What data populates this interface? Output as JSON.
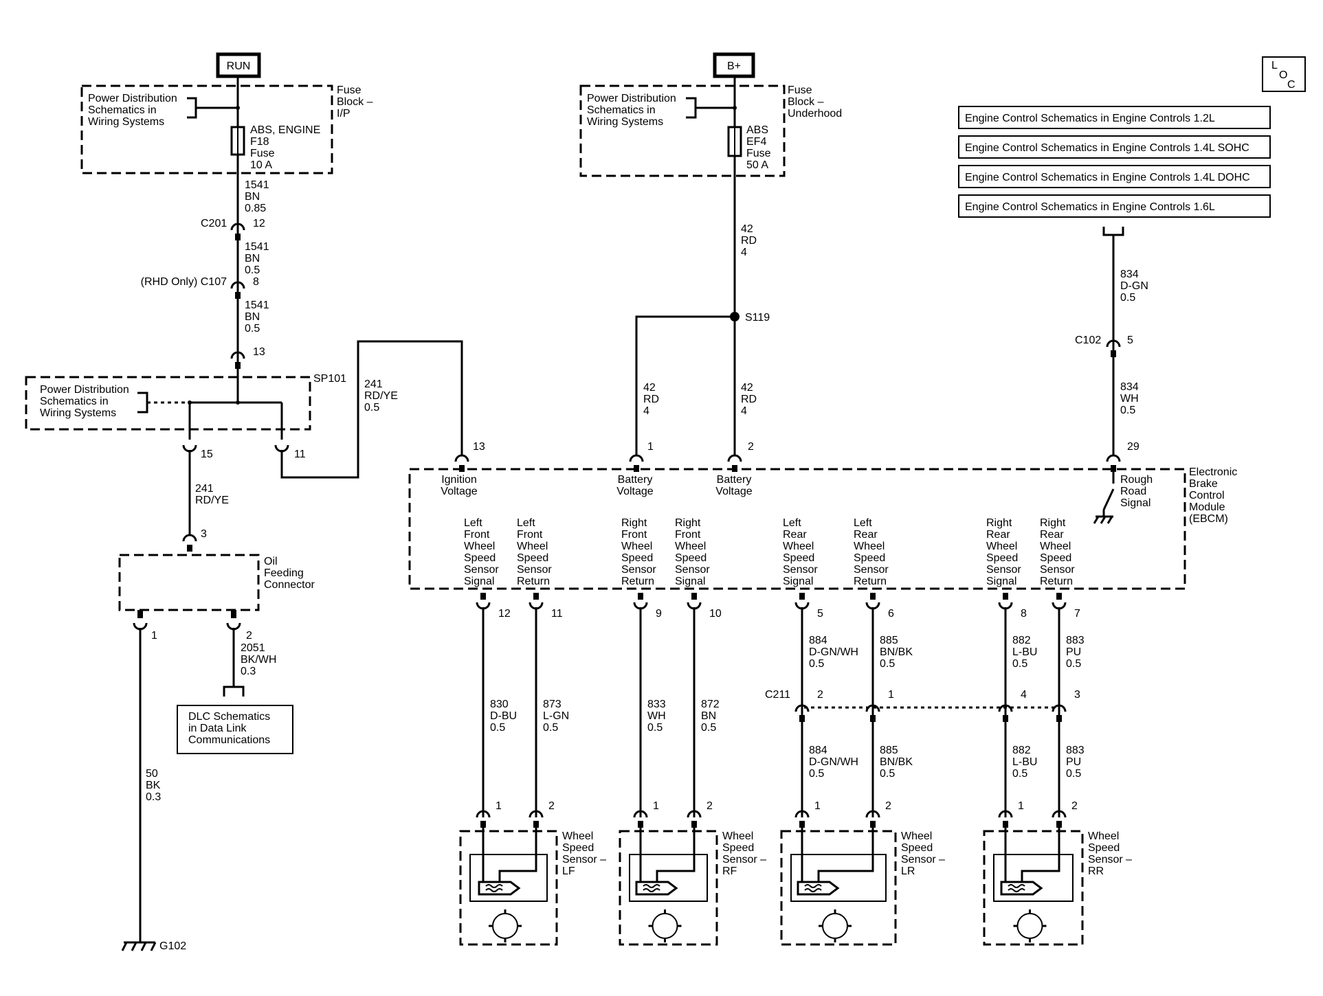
{
  "sources": {
    "run": "RUN",
    "batt": "B+"
  },
  "loc_letters": [
    "L",
    "O",
    "C"
  ],
  "fuse_ip": {
    "pds": [
      "Power Distribution",
      "Schematics in",
      "Wiring Systems"
    ],
    "block": [
      "Fuse",
      "Block –",
      "I/P"
    ],
    "fuse": [
      "ABS, ENGINE",
      "F18",
      "Fuse",
      "10 A"
    ]
  },
  "fuse_uh": {
    "pds": [
      "Power Distribution",
      "Schematics in",
      "Wiring Systems"
    ],
    "block": [
      "Fuse",
      "Block –",
      "Underhood"
    ],
    "fuse": [
      "ABS",
      "EF4",
      "Fuse",
      "50 A"
    ]
  },
  "engine_refs": [
    "Engine Control Schematics in Engine Controls 1.2L",
    "Engine Control Schematics in Engine Controls 1.4L SOHC",
    "Engine Control Schematics in Engine Controls 1.4L DOHC",
    "Engine Control Schematics in Engine Controls 1.6L"
  ],
  "left_branch": {
    "w1": [
      "1541",
      "BN",
      "0.85"
    ],
    "c201": "C201",
    "c201_pin": "12",
    "w2": [
      "1541",
      "BN",
      "0.5"
    ],
    "c107": "(RHD Only) C107",
    "c107_pin": "8",
    "w3": [
      "1541",
      "BN",
      "0.5"
    ],
    "sp_in_pin": "13",
    "sp_pds": [
      "Power Distribution",
      "Schematics in",
      "Wiring Systems"
    ],
    "sp101": "SP101",
    "pin15": "15",
    "pin11": "11",
    "w_ign": [
      "241",
      "RD/YE",
      "0.5"
    ],
    "w_oil": [
      "241",
      "RD/YE"
    ],
    "oil_pin3": "3",
    "oil": [
      "Oil",
      "Feeding",
      "Connector"
    ],
    "oil_pin1": "1",
    "oil_pin2": "2",
    "w_dlc": [
      "2051",
      "BK/WH",
      "0.3"
    ],
    "dlc": [
      "DLC Schematics",
      "in Data Link",
      "Communications"
    ],
    "w_gnd": [
      "50",
      "BK",
      "0.3"
    ],
    "g102": "G102"
  },
  "batt_branch": {
    "w_top": [
      "42",
      "RD",
      "4"
    ],
    "s119": "S119",
    "w_a": [
      "42",
      "RD",
      "4"
    ],
    "w_b": [
      "42",
      "RD",
      "4"
    ]
  },
  "rough": {
    "w_top": [
      "834",
      "D-GN",
      "0.5"
    ],
    "c102": "C102",
    "c102_pin": "5",
    "w_bot": [
      "834",
      "WH",
      "0.5"
    ],
    "pin": "29"
  },
  "ebcm": {
    "name": [
      "Electronic",
      "Brake",
      "Control",
      "Module",
      "(EBCM)"
    ],
    "top_pins": [
      "13",
      "1",
      "2"
    ],
    "ign": [
      "Ignition",
      "Voltage"
    ],
    "bat1": [
      "Battery",
      "Voltage"
    ],
    "bat2": [
      "Battery",
      "Voltage"
    ],
    "rough": [
      "Rough",
      "Road",
      "Signal"
    ],
    "signals": [
      {
        "label": [
          "Left",
          "Front",
          "Wheel",
          "Speed",
          "Sensor",
          "Signal"
        ],
        "pin": "12"
      },
      {
        "label": [
          "Left",
          "Front",
          "Wheel",
          "Speed",
          "Sensor",
          "Return"
        ],
        "pin": "11"
      },
      {
        "label": [
          "Right",
          "Front",
          "Wheel",
          "Speed",
          "Sensor",
          "Return"
        ],
        "pin": "9"
      },
      {
        "label": [
          "Right",
          "Front",
          "Wheel",
          "Speed",
          "Sensor",
          "Signal"
        ],
        "pin": "10"
      },
      {
        "label": [
          "Left",
          "Rear",
          "Wheel",
          "Speed",
          "Sensor",
          "Signal"
        ],
        "pin": "5"
      },
      {
        "label": [
          "Left",
          "Rear",
          "Wheel",
          "Speed",
          "Sensor",
          "Return"
        ],
        "pin": "6"
      },
      {
        "label": [
          "Right",
          "Rear",
          "Wheel",
          "Speed",
          "Sensor",
          "Signal"
        ],
        "pin": "8"
      },
      {
        "label": [
          "Right",
          "Rear",
          "Wheel",
          "Speed",
          "Sensor",
          "Return"
        ],
        "pin": "7"
      }
    ]
  },
  "front_wires": [
    [
      "830",
      "D-BU",
      "0.5"
    ],
    [
      "873",
      "L-GN",
      "0.5"
    ],
    [
      "833",
      "WH",
      "0.5"
    ],
    [
      "872",
      "BN",
      "0.5"
    ]
  ],
  "rear_wires_top": [
    [
      "884",
      "D-GN/WH",
      "0.5"
    ],
    [
      "885",
      "BN/BK",
      "0.5"
    ],
    [
      "882",
      "L-BU",
      "0.5"
    ],
    [
      "883",
      "PU",
      "0.5"
    ]
  ],
  "c211": {
    "name": "C211",
    "pins": [
      "2",
      "1",
      "4",
      "3"
    ]
  },
  "rear_wires_bot": [
    [
      "884",
      "D-GN/WH",
      "0.5"
    ],
    [
      "885",
      "BN/BK",
      "0.5"
    ],
    [
      "882",
      "L-BU",
      "0.5"
    ],
    [
      "883",
      "PU",
      "0.5"
    ]
  ],
  "sensors": [
    {
      "name": [
        "Wheel",
        "Speed",
        "Sensor –",
        "LF"
      ],
      "pins": [
        "1",
        "2"
      ]
    },
    {
      "name": [
        "Wheel",
        "Speed",
        "Sensor –",
        "RF"
      ],
      "pins": [
        "1",
        "2"
      ]
    },
    {
      "name": [
        "Wheel",
        "Speed",
        "Sensor –",
        "LR"
      ],
      "pins": [
        "1",
        "2"
      ]
    },
    {
      "name": [
        "Wheel",
        "Speed",
        "Sensor –",
        "RR"
      ],
      "pins": [
        "1",
        "2"
      ]
    }
  ]
}
